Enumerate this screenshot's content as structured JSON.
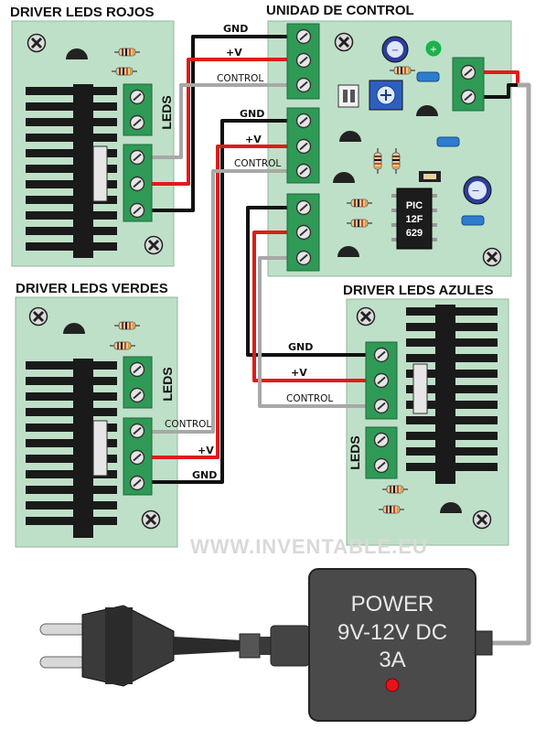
{
  "boards": {
    "red_driver_title": "DRIVER LEDS ROJOS",
    "control_title": "UNIDAD DE CONTROL",
    "green_driver_title": "DRIVER LEDS VERDES",
    "blue_driver_title": "DRIVER LEDS AZULES",
    "leds_label": "LEDS"
  },
  "wires": {
    "gnd": "GND",
    "vplus": "+V",
    "control": "CONTROL"
  },
  "chip": {
    "line1": "PIC",
    "line2": "12F",
    "line3": "629"
  },
  "power": {
    "line1": "POWER",
    "line2": "9V-12V DC",
    "line3": "3A"
  },
  "watermark": "WWW.INVENTABLE.EU",
  "colors": {
    "board": "#bfe0c8",
    "terminal": "#2f9a55",
    "wire_red": "#e01b1b",
    "wire_black": "#111111",
    "wire_gray": "#a8a8a8",
    "psu": "#4a4a4a"
  }
}
